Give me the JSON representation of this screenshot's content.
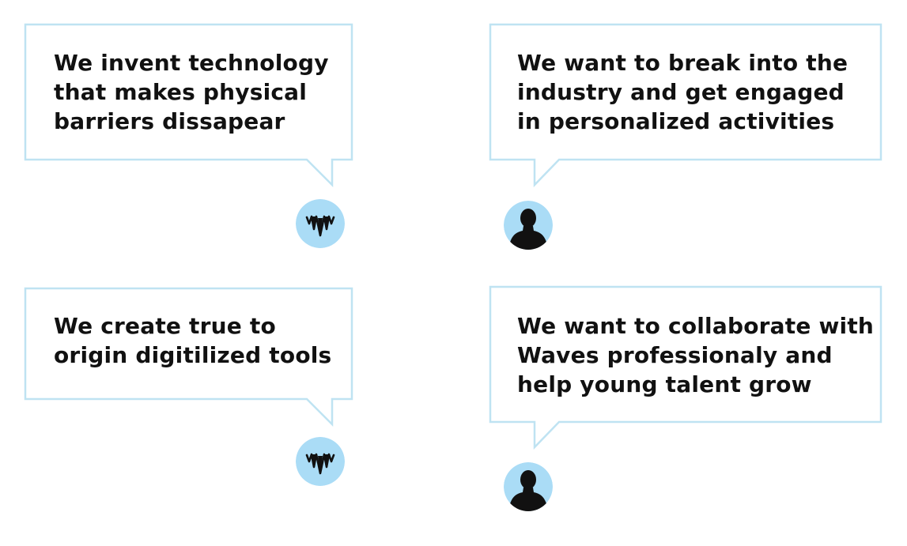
{
  "colors": {
    "bubble_border": "#bfe3f2",
    "avatar_bg": "#aadcf6",
    "text": "#111111",
    "icon_dark": "#111111"
  },
  "bubbles": [
    {
      "speaker": "waves-logo-icon",
      "lines": [
        "We invent technology",
        "that makes physical",
        "barriers dissapear"
      ]
    },
    {
      "speaker": "person-silhouette-icon",
      "lines": [
        "We want to break into the",
        "industry and get engaged",
        "in personalized activities"
      ]
    },
    {
      "speaker": "waves-logo-icon",
      "lines": [
        "We create true to",
        "origin digitilized tools"
      ]
    },
    {
      "speaker": "person-silhouette-icon",
      "lines": [
        "We want to collaborate with",
        "Waves professionaly and",
        "help young talent grow"
      ]
    }
  ]
}
